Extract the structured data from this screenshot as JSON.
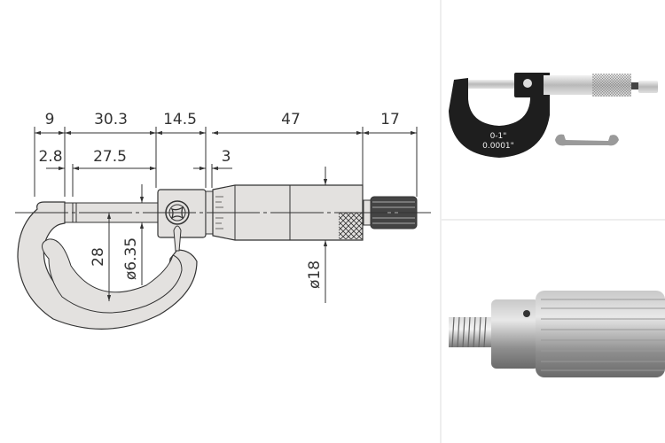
{
  "drawing": {
    "dimensions_top": [
      "9",
      "30.3",
      "14.5",
      "47",
      "17"
    ],
    "dimensions_second": [
      "2.8",
      "27.5",
      "3"
    ],
    "dimensions_vertical": [
      "28",
      "ø6.35",
      "ø18"
    ]
  },
  "photo_micrometer": {
    "range_label": "0-1\"",
    "resolution_label": "0.0001\""
  },
  "photo_ratchet": {},
  "colors": {
    "body_gray": "#e3e1df",
    "frame_black": "#1c1c1c",
    "line": "#333333"
  }
}
